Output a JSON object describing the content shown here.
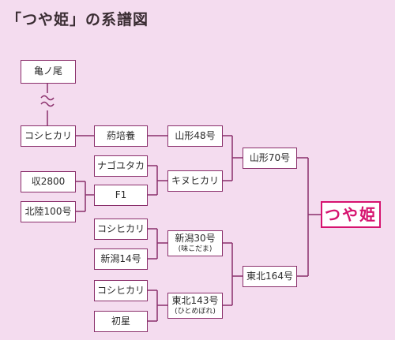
{
  "title": "「つや姫」の系譜図",
  "nodes": {
    "kamenoo": "亀ノ尾",
    "koshihikari_1": "コシヒカリ",
    "yakubaiyo": "葯培養",
    "yamagata48": "山形48号",
    "shu2800": "収2800",
    "hokuriku100": "北陸100号",
    "nagoyutaka": "ナゴユタカ",
    "f1": "F1",
    "kinuhikari": "キヌヒカリ",
    "yamagata70": "山形70号",
    "koshihikari_2": "コシヒカリ",
    "niigata14": "新潟14号",
    "niigata30": "新潟30号",
    "niigata30_sub": "(味こだま)",
    "koshihikari_3": "コシヒカリ",
    "hatsuboshi": "初星",
    "tohoku143": "東北143号",
    "tohoku143_sub": "(ひとめぼれ)",
    "tohoku164": "東北164号",
    "tsuyahime": "つや姫"
  },
  "colors": {
    "background": "#f4dcef",
    "line": "#8a2f6b",
    "accent": "#d6136f"
  }
}
